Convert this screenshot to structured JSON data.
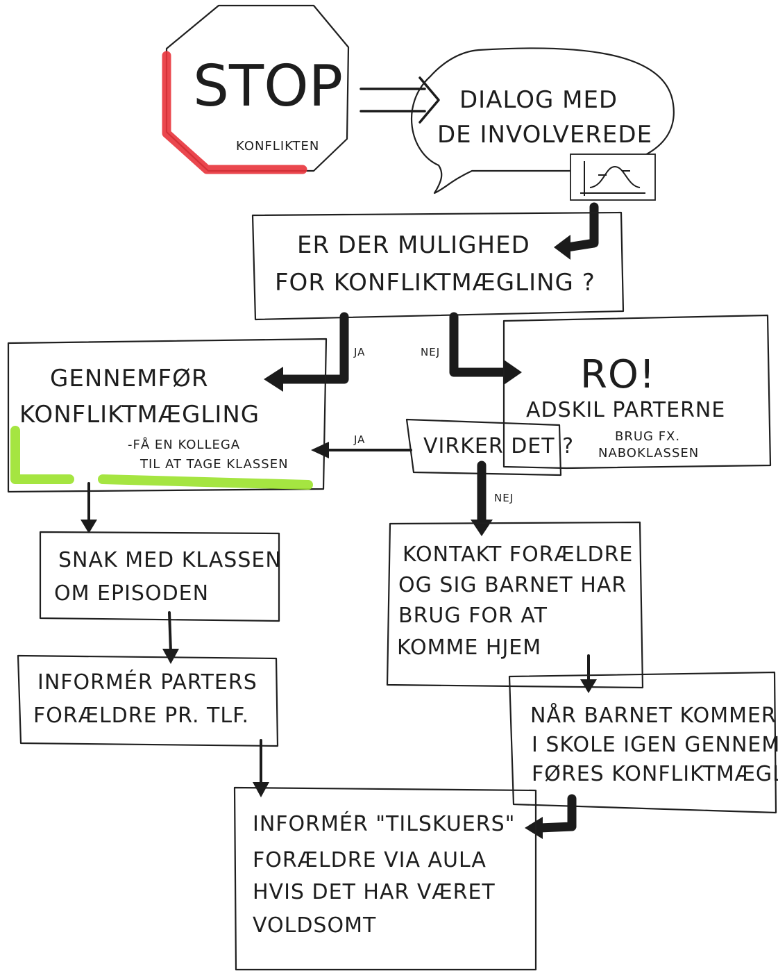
{
  "stop_sign": {
    "title": "STOP",
    "subtitle": "KONFLIKTEN"
  },
  "dialog": {
    "line1": "DIALOG MED",
    "line2": "DE INVOLVEREDE"
  },
  "question": {
    "line1": "ER DER MULIGHED",
    "line2": "FOR KONFLIKTMÆGLING ?"
  },
  "edge_labels": {
    "yes_1": "JA",
    "no_1": "NEJ",
    "yes_2": "JA",
    "no_2": "NEJ"
  },
  "mediation": {
    "line1": "GENNEMFØR",
    "line2": "KONFLIKTMÆGLING",
    "note1": "-FÅ EN KOLLEGA",
    "note2": "TIL AT TAGE KLASSEN"
  },
  "calm": {
    "title": "RO!",
    "line1": "ADSKIL PARTERNE",
    "note1": "BRUG FX.",
    "note2": "NABOKLASSEN"
  },
  "works": {
    "label": "VIRKER DET ?"
  },
  "talk_class": {
    "line1": "SNAK MED KLASSEN",
    "line2": "OM EPISODEN"
  },
  "contact_parents": {
    "line1": "KONTAKT FORÆLDRE",
    "line2": "OG SIG BARNET HAR",
    "line3": "BRUG FOR AT",
    "line4": "KOMME HJEM"
  },
  "inform_parties": {
    "line1": "INFORMÉR PARTERS",
    "line2": "FORÆLDRE PR. TLF."
  },
  "return_school": {
    "line1": "NÅR BARNET KOMMER",
    "line2": "I SKOLE IGEN GENNEM-",
    "line3": "FØRES KONFLIKTMÆGLING"
  },
  "inform_spectators": {
    "line1": "INFORMÉR \"TILSKUERS\"",
    "line2": "FORÆLDRE VIA AULA",
    "line3": "HVIS DET HAR VÆRET",
    "line4": "VOLDSOMT"
  },
  "colors": {
    "stop_accent": "#e8333b",
    "mediation_accent": "#9be22c",
    "ink": "#1d1d1d"
  }
}
